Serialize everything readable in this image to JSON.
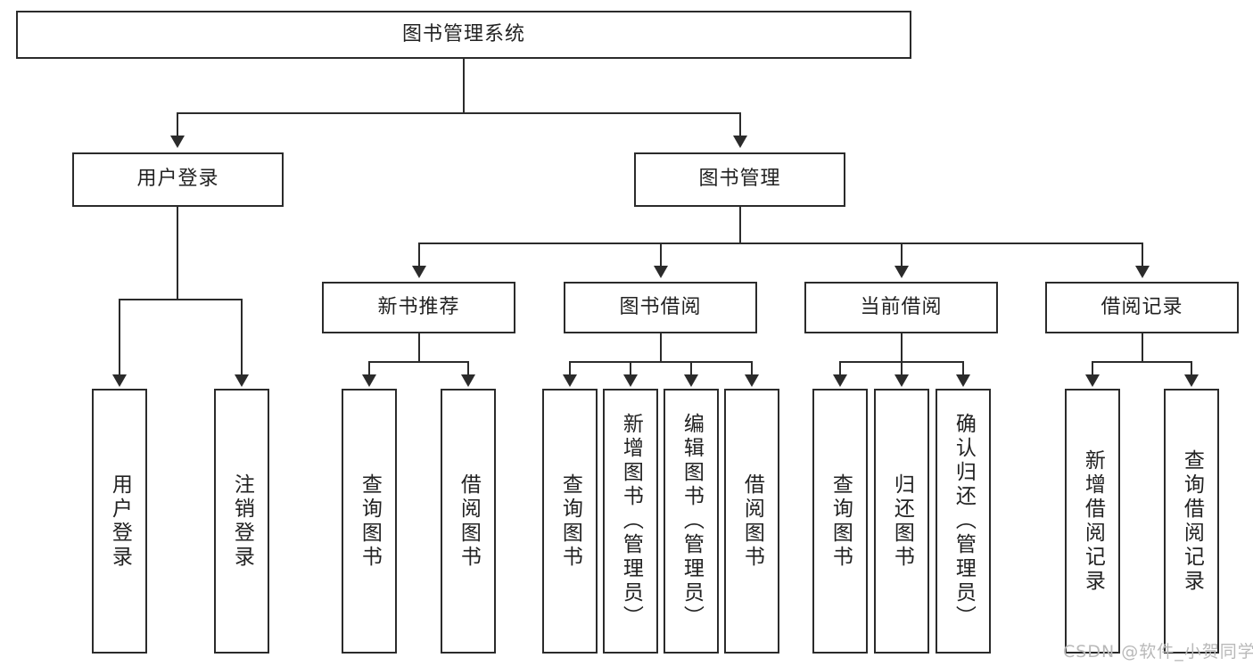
{
  "diagram": {
    "title": "图书管理系统",
    "root": {
      "label": "图书管理系统"
    },
    "level2": [
      {
        "label": "用户登录"
      },
      {
        "label": "图书管理"
      }
    ],
    "level3": [
      {
        "label": "新书推荐"
      },
      {
        "label": "图书借阅"
      },
      {
        "label": "当前借阅"
      },
      {
        "label": "借阅记录"
      }
    ],
    "leaves": {
      "user_login": [
        {
          "label": "用户登录"
        },
        {
          "label": "注销登录"
        }
      ],
      "new_book_recommend": [
        {
          "label": "查询图书"
        },
        {
          "label": "借阅图书"
        }
      ],
      "book_borrow": [
        {
          "label": "查询图书"
        },
        {
          "label": "新增图书（管理员）"
        },
        {
          "label": "编辑图书（管理员）"
        },
        {
          "label": "借阅图书"
        }
      ],
      "current_borrow": [
        {
          "label": "查询图书"
        },
        {
          "label": "归还图书"
        },
        {
          "label": "确认归还（管理员）"
        }
      ],
      "borrow_record": [
        {
          "label": "新增借阅记录"
        },
        {
          "label": "查询借阅记录"
        }
      ]
    }
  },
  "watermark": {
    "text": "CSDN @软件_小贺同学"
  },
  "colors": {
    "stroke": "#2b2b2b",
    "background": "#ffffff",
    "text": "#222222",
    "watermark": "#b9b9b9"
  }
}
